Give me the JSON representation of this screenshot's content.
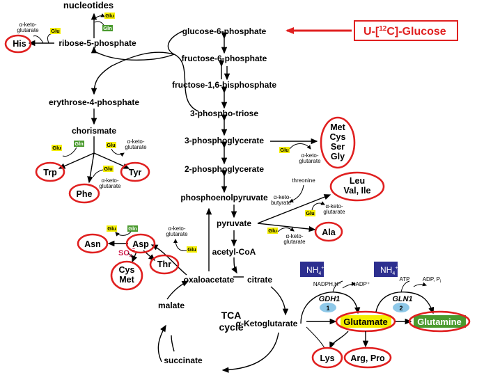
{
  "colors": {
    "highlight_red": "#e02020",
    "glu_yellow": "#f4ee00",
    "gln_green": "#4a9a2e",
    "nh4_blue": "#2d2f8f",
    "enzyme_bubble": "#8ec8e8",
    "sulfate_red": "#d01a4a"
  },
  "source": {
    "label": "U-[",
    "mass": "12",
    "rest": "C]-Glucose"
  },
  "top": {
    "nucleotides": "nucleotides",
    "ribose": "ribose-5-phosphate",
    "erythrose": "erythrose-4-phosphate",
    "chorismate": "chorismate"
  },
  "glycolysis": {
    "g6p": "glucose-6-phosphate",
    "f6p": "fructose-6-phosphate",
    "f16bp": "fructose-1,6-bisphosphate",
    "triose": "3-phospho-triose",
    "pg3": "3-phosphoglycerate",
    "pg2": "2-phosphoglycerate",
    "pep": "phosphoenolpyruvate",
    "pyruvate": "pyruvate",
    "acetyl": "acetyl-CoA"
  },
  "tca": {
    "title1": "TCA",
    "title2": "cycle",
    "citrate": "citrate",
    "akg": "α-Ketoglutarate",
    "succinate": "succinate",
    "malate": "malate",
    "oxaloacetate": "oxaloacetate"
  },
  "amino": {
    "his": "His",
    "trp": "Trp",
    "tyr": "Tyr",
    "phe": "Phe",
    "met": "Met",
    "cys": "Cys",
    "ser": "Ser",
    "gly": "Gly",
    "leu": "Leu",
    "valile": "Val, Ile",
    "ala": "Ala",
    "asn": "Asn",
    "asp": "Asp",
    "thr": "Thr",
    "cysmet1": "Cys",
    "cysmet2": "Met",
    "glutamate": "Glutamate",
    "glutamine": "Glutamine",
    "lys": "Lys",
    "argpro": "Arg, Pro"
  },
  "tags": {
    "glu": "Glu",
    "gln": "Gln"
  },
  "small": {
    "a_keto_1": "α-keto-",
    "a_keto_2": "glutarate",
    "threonine": "threonine",
    "a_keto_butyrate_1": "α-keto-",
    "a_keto_butyrate_2": "butyrate",
    "so4": "SO",
    "so4_sub": "4",
    "so4_sup": "=",
    "nadph": "NADPH,H⁺",
    "nadp": "NADP⁺",
    "atp": "ATP",
    "adp": "ADP, P",
    "adp_sub": "i"
  },
  "enzymes": {
    "gdh": "GDH1",
    "gdh_num": "1",
    "gln": "GLN1",
    "gln_num": "2"
  },
  "nh4": {
    "text": "NH",
    "sub": "4",
    "sup": "+"
  }
}
